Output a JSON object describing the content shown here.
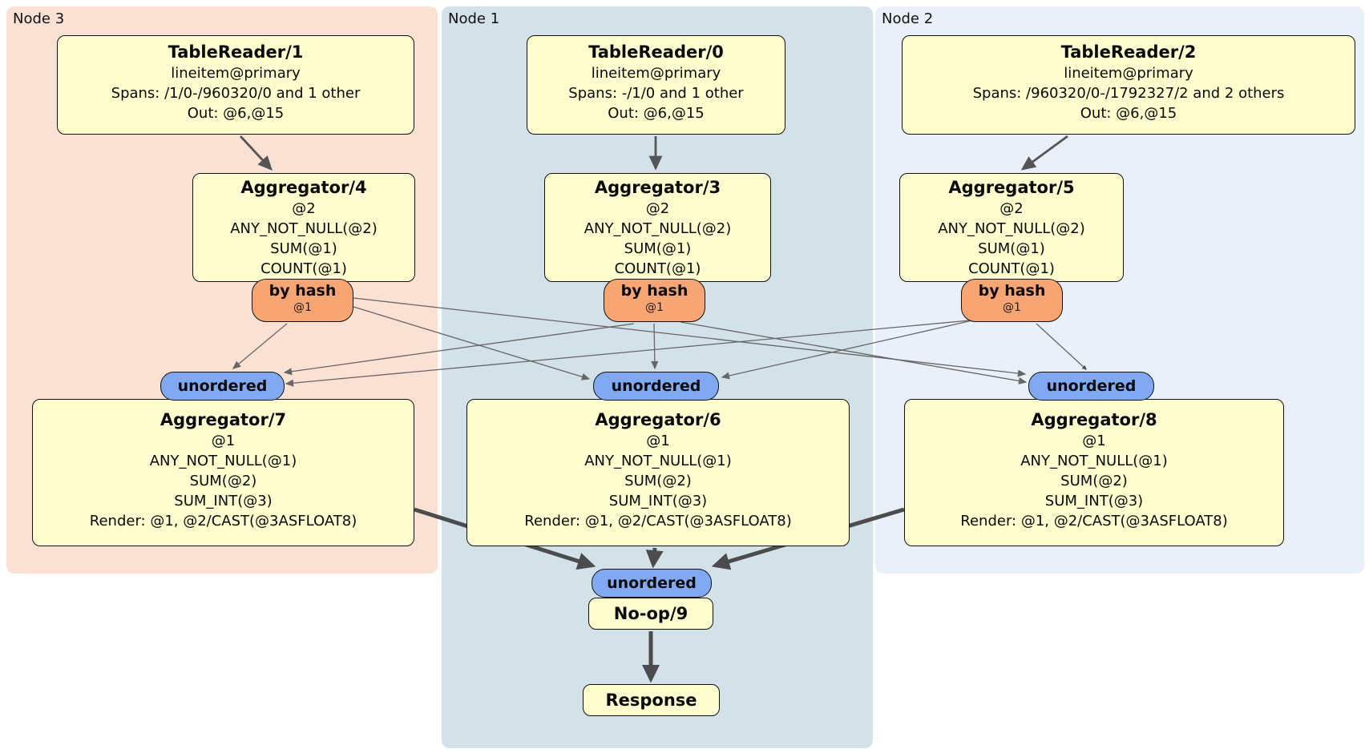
{
  "node_groups": [
    {
      "label": "Node 3"
    },
    {
      "label": "Node 1"
    },
    {
      "label": "Node 2"
    }
  ],
  "processors": {
    "tr1": {
      "title": "TableReader/1",
      "lines": [
        "lineitem@primary",
        "Spans: /1/0-/960320/0 and 1 other",
        "Out: @6,@15"
      ]
    },
    "tr0": {
      "title": "TableReader/0",
      "lines": [
        "lineitem@primary",
        "Spans: -/1/0 and 1 other",
        "Out: @6,@15"
      ]
    },
    "tr2": {
      "title": "TableReader/2",
      "lines": [
        "lineitem@primary",
        "Spans: /960320/0-/1792327/2 and 2 others",
        "Out: @6,@15"
      ]
    },
    "ag4": {
      "title": "Aggregator/4",
      "lines": [
        "@2",
        "ANY_NOT_NULL(@2)",
        "SUM(@1)",
        "COUNT(@1)"
      ]
    },
    "ag3": {
      "title": "Aggregator/3",
      "lines": [
        "@2",
        "ANY_NOT_NULL(@2)",
        "SUM(@1)",
        "COUNT(@1)"
      ]
    },
    "ag5": {
      "title": "Aggregator/5",
      "lines": [
        "@2",
        "ANY_NOT_NULL(@2)",
        "SUM(@1)",
        "COUNT(@1)"
      ]
    },
    "ag7": {
      "title": "Aggregator/7",
      "lines": [
        "@1",
        "ANY_NOT_NULL(@1)",
        "SUM(@2)",
        "SUM_INT(@3)",
        "Render: @1, @2/CAST(@3ASFLOAT8)"
      ]
    },
    "ag6": {
      "title": "Aggregator/6",
      "lines": [
        "@1",
        "ANY_NOT_NULL(@1)",
        "SUM(@2)",
        "SUM_INT(@3)",
        "Render: @1, @2/CAST(@3ASFLOAT8)"
      ]
    },
    "ag8": {
      "title": "Aggregator/8",
      "lines": [
        "@1",
        "ANY_NOT_NULL(@1)",
        "SUM(@2)",
        "SUM_INT(@3)",
        "Render: @1, @2/CAST(@3ASFLOAT8)"
      ]
    },
    "noop": {
      "title": "No-op/9"
    },
    "response": {
      "title": "Response"
    }
  },
  "router_label": "by hash",
  "router_sub": "@1",
  "sync_label": "unordered",
  "colors": {
    "node3_bg": "#fbe1d4",
    "node1_bg": "#d3e1e9",
    "node2_bg": "#e9f0fa",
    "processor_bg": "#fdfdcd",
    "router_bg": "#f7a573",
    "sync_bg": "#81a9f1",
    "border": "#111111",
    "edge_thin": "#666666",
    "edge_medium": "#555555",
    "edge_thick": "#4c4c4c"
  }
}
